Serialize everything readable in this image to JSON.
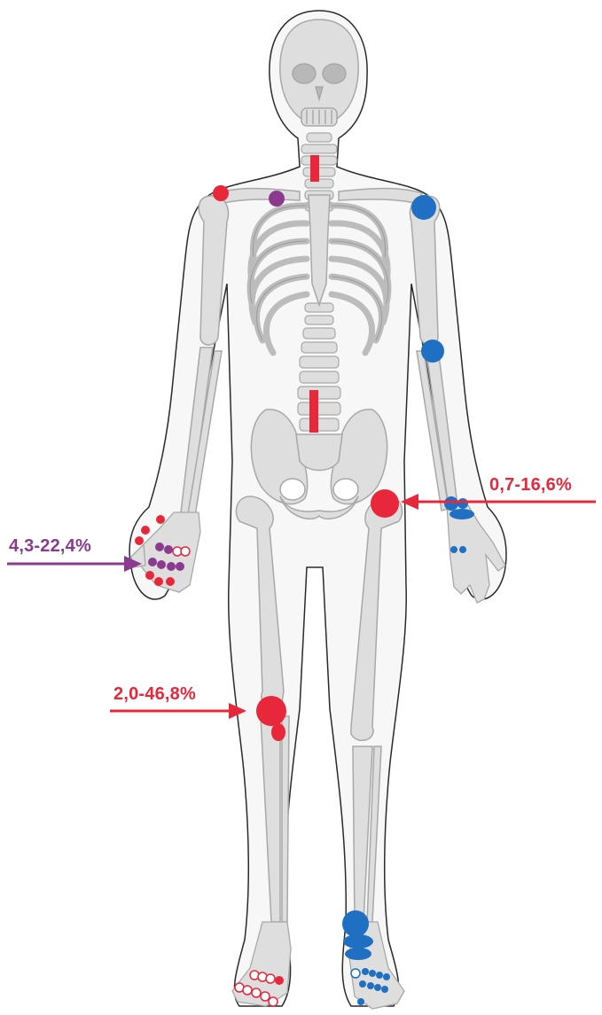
{
  "colors": {
    "red": "#e8283a",
    "purple": "#8b3a8f",
    "blue": "#1f6fc2",
    "bone": "#dedede",
    "bone_outline": "#a8a8a8",
    "body_outline": "#2a2a2a"
  },
  "annotations": [
    {
      "id": "hip",
      "label": "0,7-16,6%",
      "color": "red"
    },
    {
      "id": "hand",
      "label": "4,3-22,4%",
      "color": "purple"
    },
    {
      "id": "knee",
      "label": "2,0-46,8%",
      "color": "red"
    }
  ],
  "marker_groups": [
    {
      "site": "cervical-spine",
      "color": "red"
    },
    {
      "site": "lumbar-spine",
      "color": "red"
    },
    {
      "site": "right-shoulder",
      "color": "red"
    },
    {
      "site": "sternoclavicular",
      "color": "purple"
    },
    {
      "site": "left-shoulder",
      "color": "blue"
    },
    {
      "site": "left-elbow",
      "color": "blue"
    },
    {
      "site": "left-hip",
      "color": "red"
    },
    {
      "site": "left-wrist-hand",
      "color": "blue"
    },
    {
      "site": "right-hand",
      "color": "red-purple"
    },
    {
      "site": "right-knee",
      "color": "red"
    },
    {
      "site": "left-ankle-foot",
      "color": "blue"
    },
    {
      "site": "right-foot",
      "color": "red"
    }
  ]
}
